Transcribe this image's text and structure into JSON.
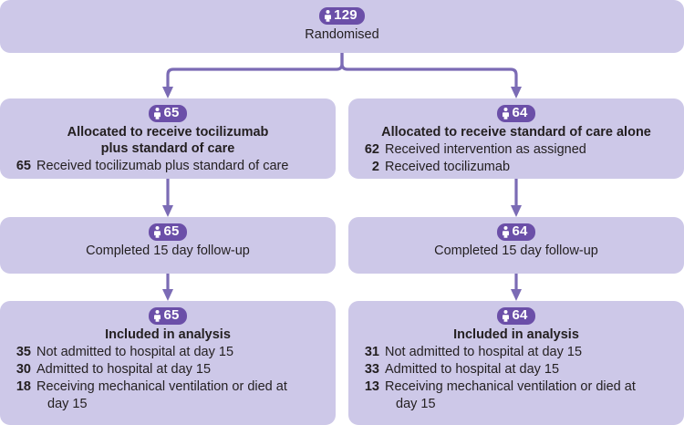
{
  "diagram": {
    "type": "consort-flow-diagram",
    "colors": {
      "box_fill": "#cdc8e8",
      "badge_fill": "#6b4fa8",
      "connector": "#7b6bb5",
      "text": "#231f20",
      "badge_text": "#ffffff"
    },
    "icon_name": "person-icon",
    "nodes": {
      "randomised": {
        "count": "129",
        "label": "Randomised"
      },
      "allocated_left": {
        "count": "65",
        "title_line1": "Allocated to receive tocilizumab",
        "title_line2": "plus standard of care",
        "items": [
          {
            "num": "65",
            "text": "Received tocilizumab plus standard of care"
          }
        ]
      },
      "allocated_right": {
        "count": "64",
        "title_line1": "Allocated to receive standard of care alone",
        "title_line2": "",
        "items": [
          {
            "num": "62",
            "text": "Received intervention as assigned"
          },
          {
            "num": "2",
            "text": "Received tocilizumab"
          }
        ]
      },
      "followup_left": {
        "count": "65",
        "label": "Completed 15 day follow-up"
      },
      "followup_right": {
        "count": "64",
        "label": "Completed 15 day follow-up"
      },
      "analysis_left": {
        "count": "65",
        "title": "Included in analysis",
        "items": [
          {
            "num": "35",
            "text": "Not admitted to hospital at day 15"
          },
          {
            "num": "30",
            "text": "Admitted to hospital at day 15"
          },
          {
            "num": "18",
            "text": "Receiving mechanical ventilation or died at",
            "cont": "day 15"
          }
        ]
      },
      "analysis_right": {
        "count": "64",
        "title": "Included in analysis",
        "items": [
          {
            "num": "31",
            "text": "Not admitted to hospital at day 15"
          },
          {
            "num": "33",
            "text": "Admitted to hospital at day 15"
          },
          {
            "num": "13",
            "text": "Receiving mechanical ventilation or died at",
            "cont": "day 15"
          }
        ]
      }
    }
  }
}
